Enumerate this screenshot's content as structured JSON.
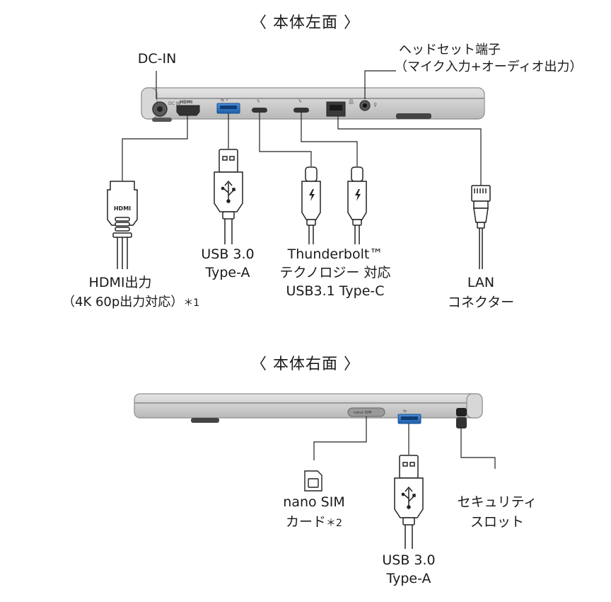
{
  "left": {
    "heading": "〈 本体左面 〉",
    "dcin": "DC-IN",
    "headset": {
      "l1": "ヘッドセット端子",
      "l2": "（マイク入力+オーディオ出力）"
    },
    "hdmi": {
      "l1": "HDMI出力",
      "l2a": "（4K 60p出力対応）",
      "note": "＊1"
    },
    "usb": {
      "l1": "USB 3.0",
      "l2": "Type-A"
    },
    "tb": {
      "l1": "Thunderbolt™",
      "l2": "テクノロジー 対応",
      "l3": "USB3.1 Type-C"
    },
    "lan": {
      "l1": "LAN",
      "l2": "コネクター"
    },
    "port_marks": {
      "dcin": "DC IN",
      "hdmi": "HDMI"
    }
  },
  "right": {
    "heading": "〈 本体右面 〉",
    "sim": {
      "l1": "nano SIM",
      "l2a": "カード",
      "note": "＊2"
    },
    "usb": {
      "l1": "USB 3.0",
      "l2": "Type-A"
    },
    "security": {
      "l1": "セキュリティ",
      "l2": "スロット"
    },
    "port_marks": {
      "sim": "nano SIM"
    }
  }
}
